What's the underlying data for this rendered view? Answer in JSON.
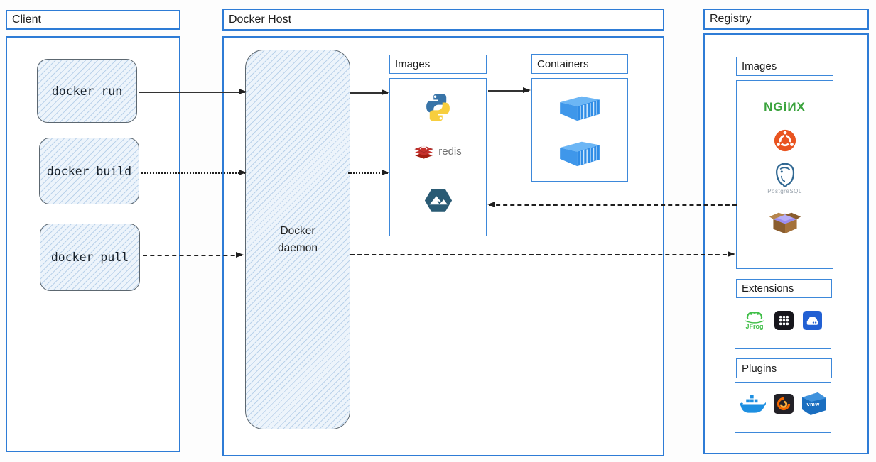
{
  "colors": {
    "accent_blue": "#2e7cd6",
    "sketch_fill": "#edf4fb",
    "arrow_color": "#1f1f1f",
    "nginx_green": "#3aa33c",
    "ubuntu_orange": "#e95420",
    "redis_red": "#c6302b",
    "python_blue": "#3874a8",
    "python_yellow": "#f7ce3e",
    "hexagon_teal": "#2a5b74",
    "container_blue": "#3f97ea",
    "whale_blue": "#1d8fe1"
  },
  "client": {
    "title": "Client",
    "commands": [
      "docker run",
      "docker build",
      "docker pull"
    ]
  },
  "docker_host": {
    "title": "Docker Host",
    "daemon_label": "Docker daemon",
    "images": {
      "title": "Images",
      "items": [
        "python",
        "redis",
        "alpine-mountain"
      ],
      "redis_label": "redis"
    },
    "containers": {
      "title": "Containers",
      "items": [
        "container",
        "container"
      ]
    }
  },
  "registry": {
    "title": "Registry",
    "images": {
      "title": "Images",
      "items": [
        "nginx",
        "ubuntu",
        "postgresql",
        "busybox"
      ],
      "nginx_text": "NGiИX",
      "postgresql_label": "PostgreSQL"
    },
    "extensions": {
      "title": "Extensions",
      "items": [
        "jfrog",
        "app-grid",
        "disk-app"
      ],
      "jfrog_label": "JFrog"
    },
    "plugins": {
      "title": "Plugins",
      "items": [
        "docker-whale",
        "grafana",
        "vmware"
      ],
      "vmware_label": "vmw"
    }
  },
  "connections": [
    {
      "from": "docker run",
      "to": "docker daemon",
      "style": "solid"
    },
    {
      "from": "docker build",
      "to": "docker daemon",
      "style": "dotted"
    },
    {
      "from": "docker pull",
      "to": "docker daemon",
      "style": "dashed"
    },
    {
      "from": "docker daemon",
      "to": "host images",
      "style": "solid"
    },
    {
      "from": "docker daemon",
      "to": "host images",
      "style": "dotted"
    },
    {
      "from": "host images",
      "to": "containers",
      "style": "solid"
    },
    {
      "from": "registry images",
      "to": "host images",
      "style": "dashed"
    },
    {
      "from": "docker daemon",
      "to": "registry images",
      "style": "dashed"
    }
  ]
}
